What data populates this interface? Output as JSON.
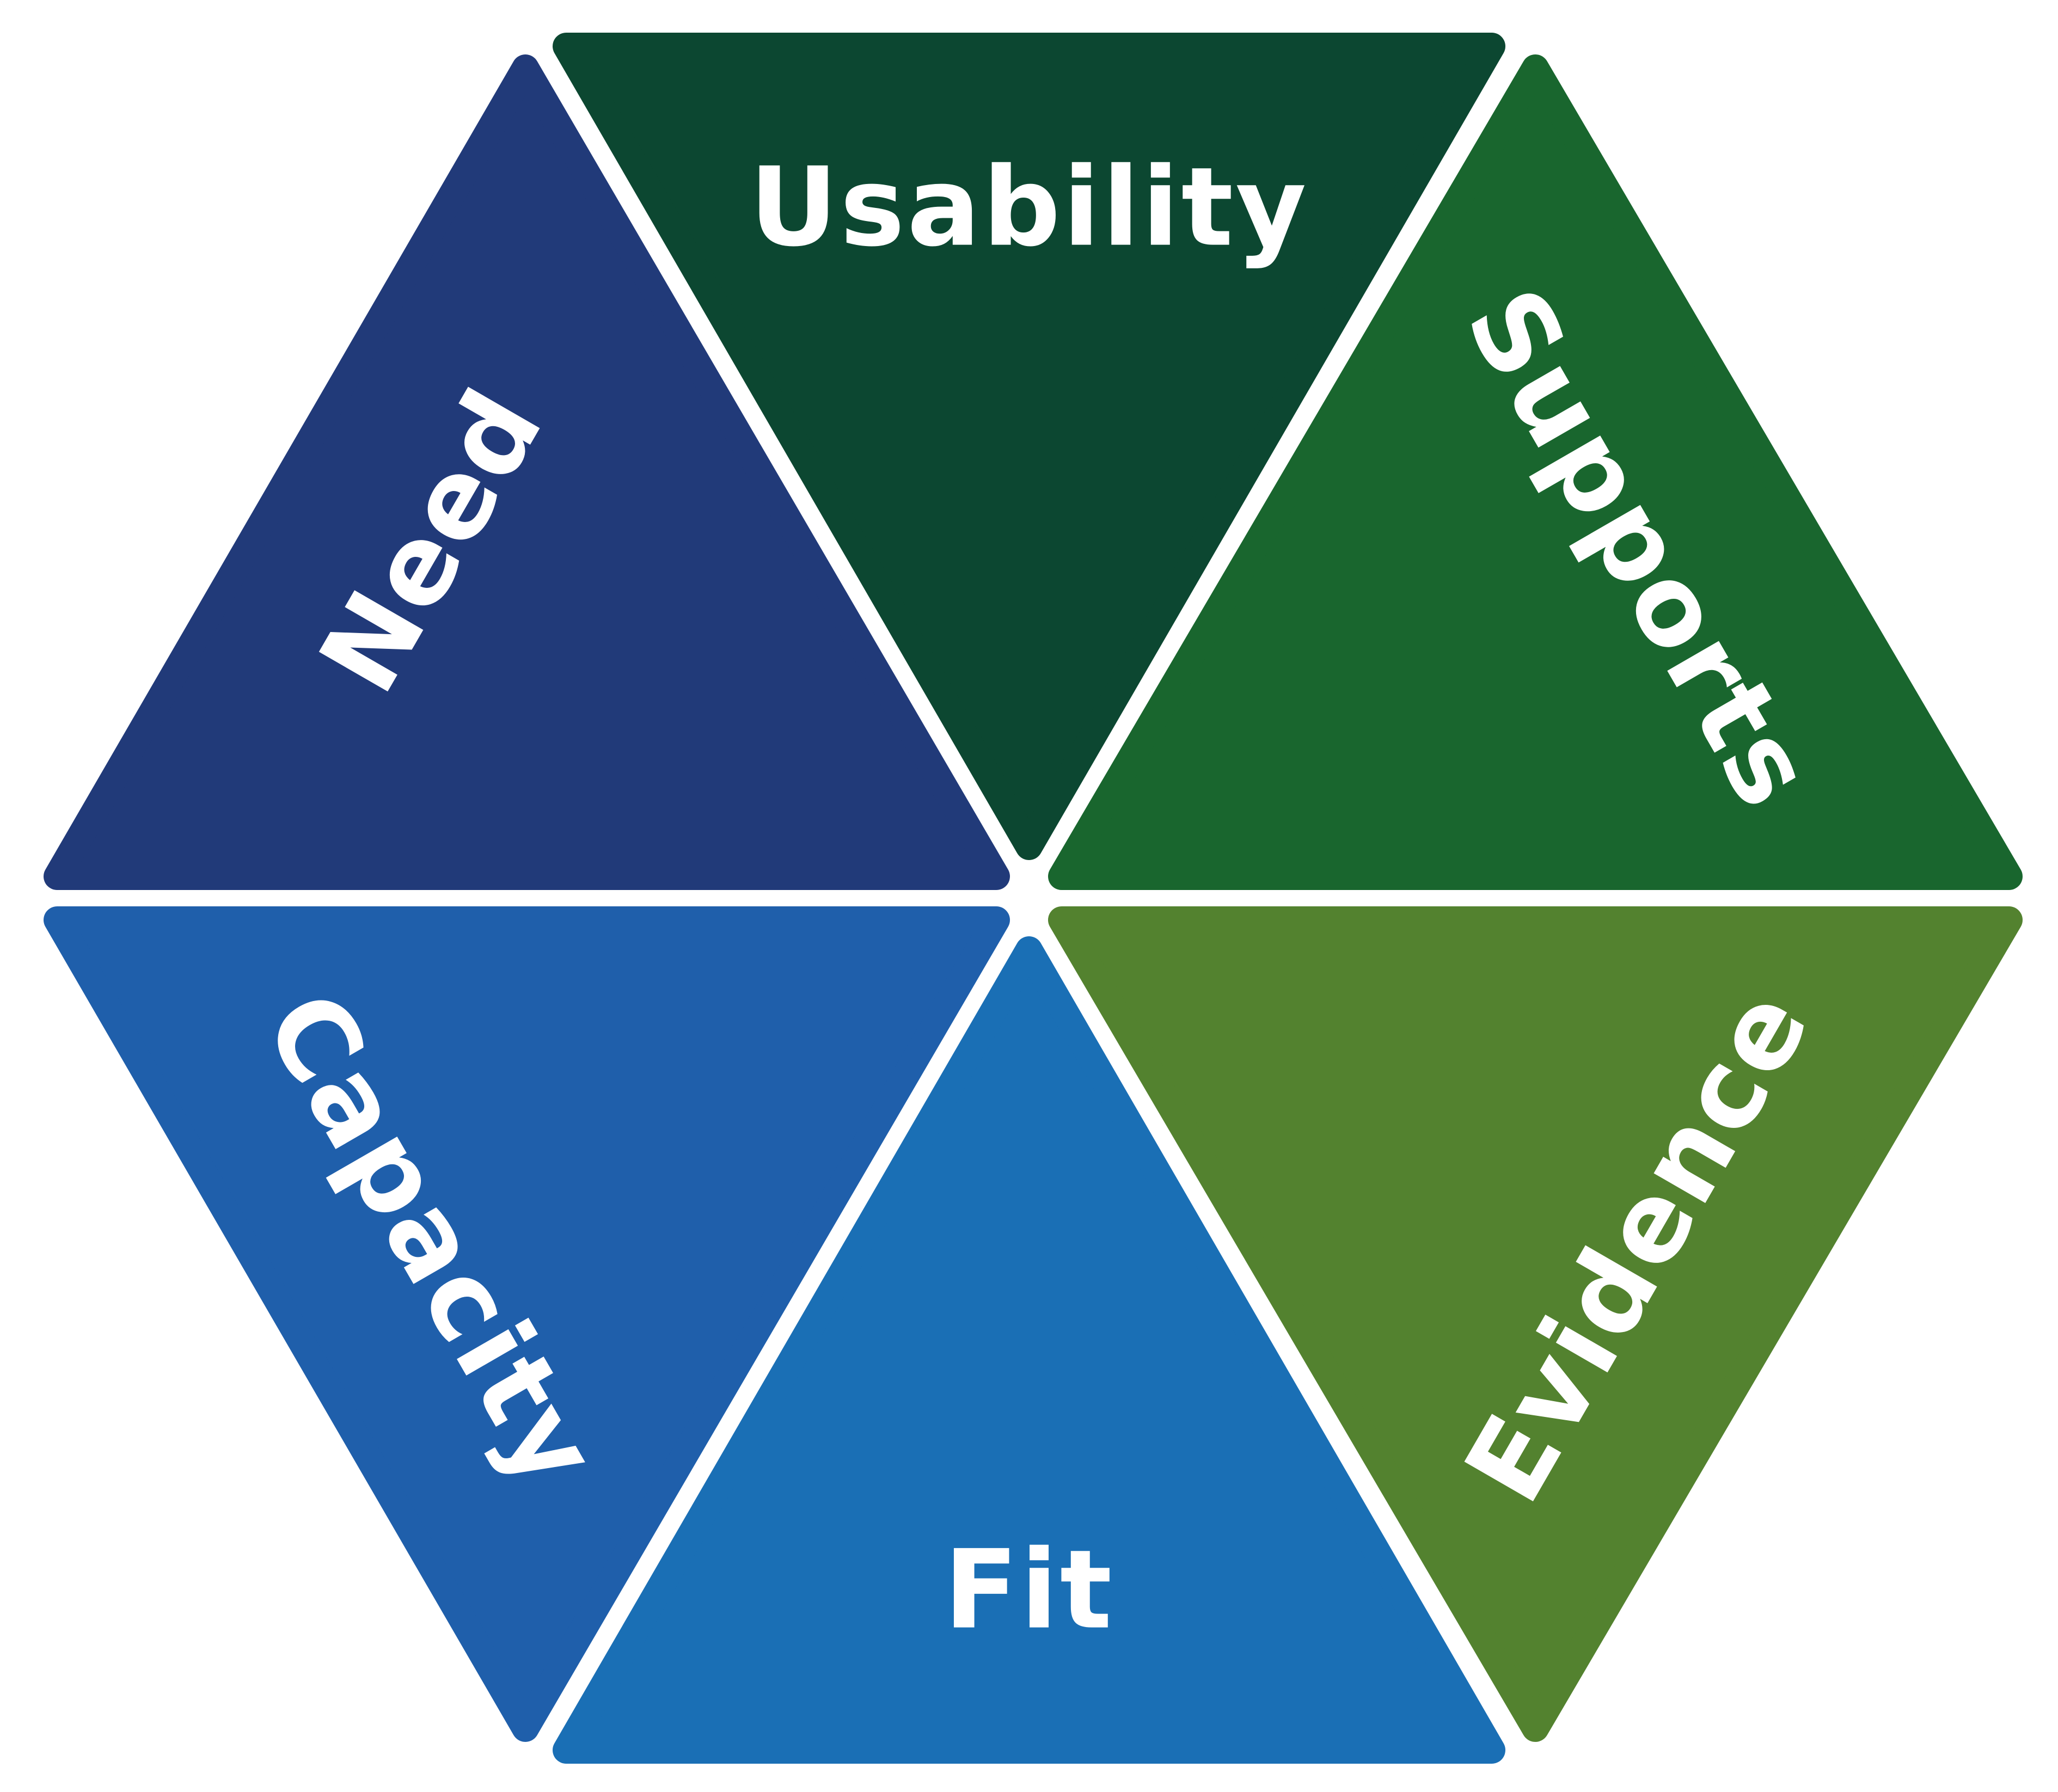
{
  "segments": [
    {
      "id": "usability",
      "label": "Usability",
      "color": "#0c4731"
    },
    {
      "id": "supports",
      "label": "Supports",
      "color": "#19662e"
    },
    {
      "id": "evidence",
      "label": "Evidence",
      "color": "#53822f"
    },
    {
      "id": "fit",
      "label": "Fit",
      "color": "#1a6fb5"
    },
    {
      "id": "capacity",
      "label": "Capacity",
      "color": "#1f5fab"
    },
    {
      "id": "need",
      "label": "Need",
      "color": "#213a79"
    }
  ]
}
